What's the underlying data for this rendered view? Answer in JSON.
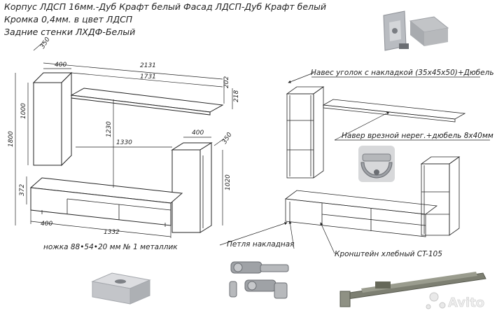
{
  "spec_lines": [
    "Корпус ЛДСП 16мм.-Дуб Крафт белый Фасад ЛДСП-Дуб Крафт белый",
    "Кромка 0,4мм. в цвет ЛДСП",
    "Задние стенки ЛХДФ-Белый"
  ],
  "dimensions": {
    "d350_top": "350",
    "d400_top": "400",
    "d2131": "2131",
    "d1731": "1731",
    "d202": "202",
    "d218": "218",
    "d1000": "1000",
    "d1800": "1800",
    "d1230": "1230",
    "d1330": "1330",
    "d400_right": "400",
    "d350_right": "350",
    "d1020": "1020",
    "d372": "372",
    "d400_bottom": "400",
    "d1332": "1332"
  },
  "callouts": {
    "corner_hinge": "Навес уголок с накладкой (35х45х50)+Дюбель",
    "mortise_hanger": "Навер врезной нерег.+дюбель 8х40мм",
    "leg": "ножка 88•54•20 мм № 1 металлик",
    "overlay_hinge": "Петля накладная",
    "bracket": "Кронштейн хлебный CT-105"
  },
  "watermark": "Avito",
  "colors": {
    "line": "#222222",
    "metal_light": "#c9cbce",
    "metal_mid": "#9ea1a6",
    "metal_dark": "#6b6e73",
    "bracket": "#7d7f72",
    "panel_gray": "#a7a7a7"
  }
}
